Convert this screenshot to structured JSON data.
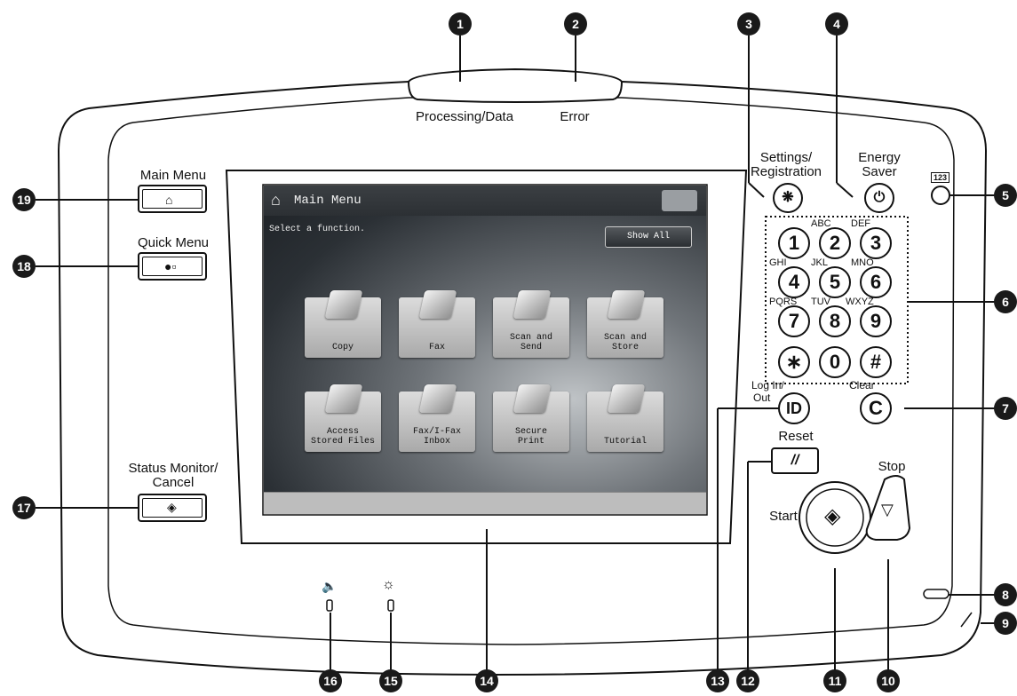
{
  "panel": {
    "indicator_processing": "Processing/Data",
    "indicator_error": "Error"
  },
  "left_keys": {
    "main_menu": "Main Menu",
    "quick_menu": "Quick Menu",
    "status_monitor_line1": "Status Monitor/",
    "status_monitor_line2": "Cancel"
  },
  "right_keys": {
    "settings_line1": "Settings/",
    "settings_line2": "Registration",
    "energy_line1": "Energy",
    "energy_line2": "Saver",
    "counter_glyph": "123",
    "log_in_line1": "Log In/",
    "log_in_line2": "Out",
    "log_in_symbol": "ID",
    "clear": "Clear",
    "clear_symbol": "C",
    "reset": "Reset",
    "reset_symbol": "//",
    "start": "Start",
    "stop": "Stop"
  },
  "keypad": {
    "keys": [
      "1",
      "2",
      "3",
      "4",
      "5",
      "6",
      "7",
      "8",
      "9",
      "∗",
      "0",
      "#"
    ],
    "letters": [
      "ABC",
      "DEF",
      "GHI",
      "JKL",
      "MNO",
      "PQRS",
      "TUV",
      "WXYZ"
    ]
  },
  "screen": {
    "title": "Main Menu",
    "prompt": "Select a function.",
    "show_all": "Show All",
    "functions": [
      {
        "label": "Copy"
      },
      {
        "label": "Fax"
      },
      {
        "label": "Scan and\nSend"
      },
      {
        "label": "Scan and\nStore"
      },
      {
        "label": "Access\nStored Files"
      },
      {
        "label": "Fax/I-Fax\nInbox"
      },
      {
        "label": "Secure\nPrint"
      },
      {
        "label": "Tutorial"
      }
    ]
  },
  "bottom_icons": {
    "volume_icon": "speaker-icon",
    "brightness_icon": "sun-icon"
  },
  "callouts": [
    "1",
    "2",
    "3",
    "4",
    "5",
    "6",
    "7",
    "8",
    "9",
    "10",
    "11",
    "12",
    "13",
    "14",
    "15",
    "16",
    "17",
    "18",
    "19"
  ]
}
